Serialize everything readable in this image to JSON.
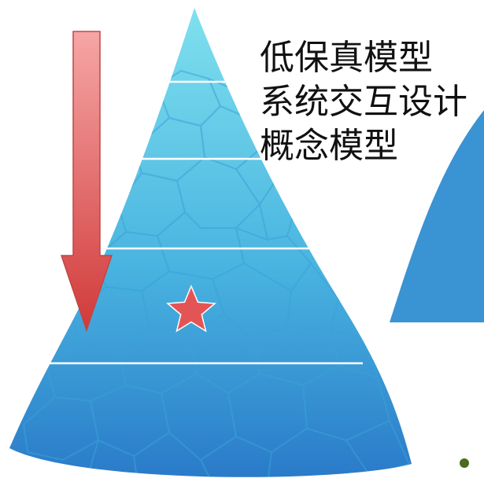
{
  "labels": [
    "低保真模型",
    "系统交互设计",
    "概念模型"
  ],
  "colors": {
    "pyramid_top": "#7fe0ee",
    "pyramid_mid": "#49b4e0",
    "pyramid_bottom": "#2a7bc9",
    "cell_line": "#3aa2d8",
    "arrow_light": "#f6a6a6",
    "arrow_dark": "#d13a3a",
    "star": "#e35555",
    "right_shape": "#3a93d2",
    "bullet": "#4d6b1e",
    "divider": "#ffffff"
  }
}
